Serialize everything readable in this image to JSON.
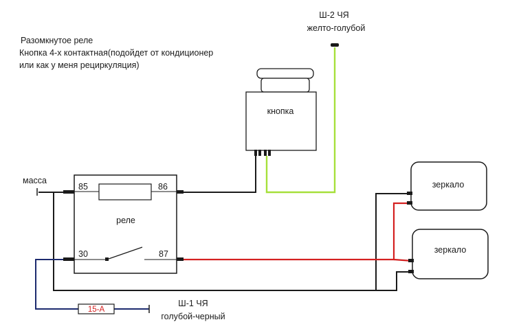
{
  "notes": {
    "line1": "Разомкнутое реле",
    "line2": "Кнопка 4-х контактная(подойдет от кондиционер",
    "line3": "или как у меня рециркуляция)"
  },
  "button_label": "кнопка",
  "relay": {
    "label": "реле",
    "pin85": "85",
    "pin86": "86",
    "pin30": "30",
    "pin87": "87"
  },
  "ground_label": "масса",
  "connector_top": {
    "name": "Ш-2 ЧЯ",
    "wire": "желто-голубой"
  },
  "connector_bottom": {
    "name": "Ш-1 ЧЯ",
    "wire": "голубой-черный"
  },
  "fuse_label": "15-А",
  "mirror_top_label": "зеркало",
  "mirror_bottom_label": "зеркало",
  "colors": {
    "wire_black": "#1a1a1a",
    "wire_red": "#d42020",
    "wire_green": "#a6e03a",
    "wire_blue": "#1c2a6e",
    "fuse_text": "#d42020"
  }
}
